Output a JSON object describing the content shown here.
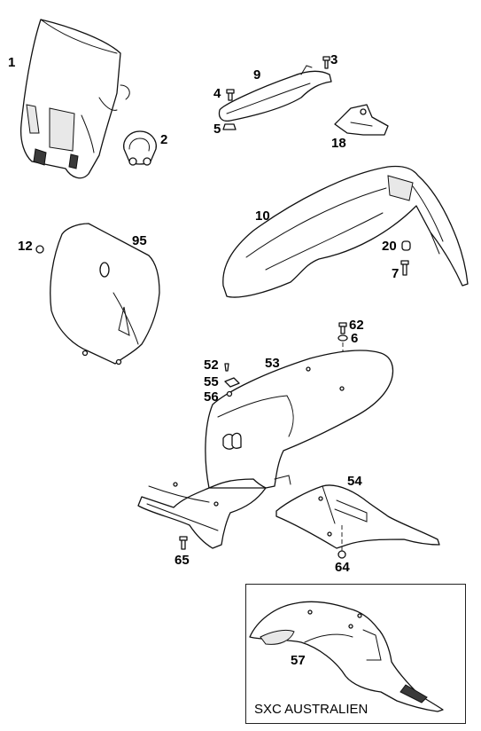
{
  "callouts": {
    "p1": "1",
    "p2": "2",
    "p3": "3",
    "p4": "4",
    "p5": "5",
    "p6": "6",
    "p7": "7",
    "p9": "9",
    "p10": "10",
    "p12": "12",
    "p18": "18",
    "p20": "20",
    "p52": "52",
    "p53": "53",
    "p54": "54",
    "p55": "55",
    "p56": "56",
    "p57": "57",
    "p62": "62",
    "p64": "64",
    "p65": "65",
    "p95": "95"
  },
  "inset": {
    "caption": "SXC AUSTRALIEN"
  }
}
